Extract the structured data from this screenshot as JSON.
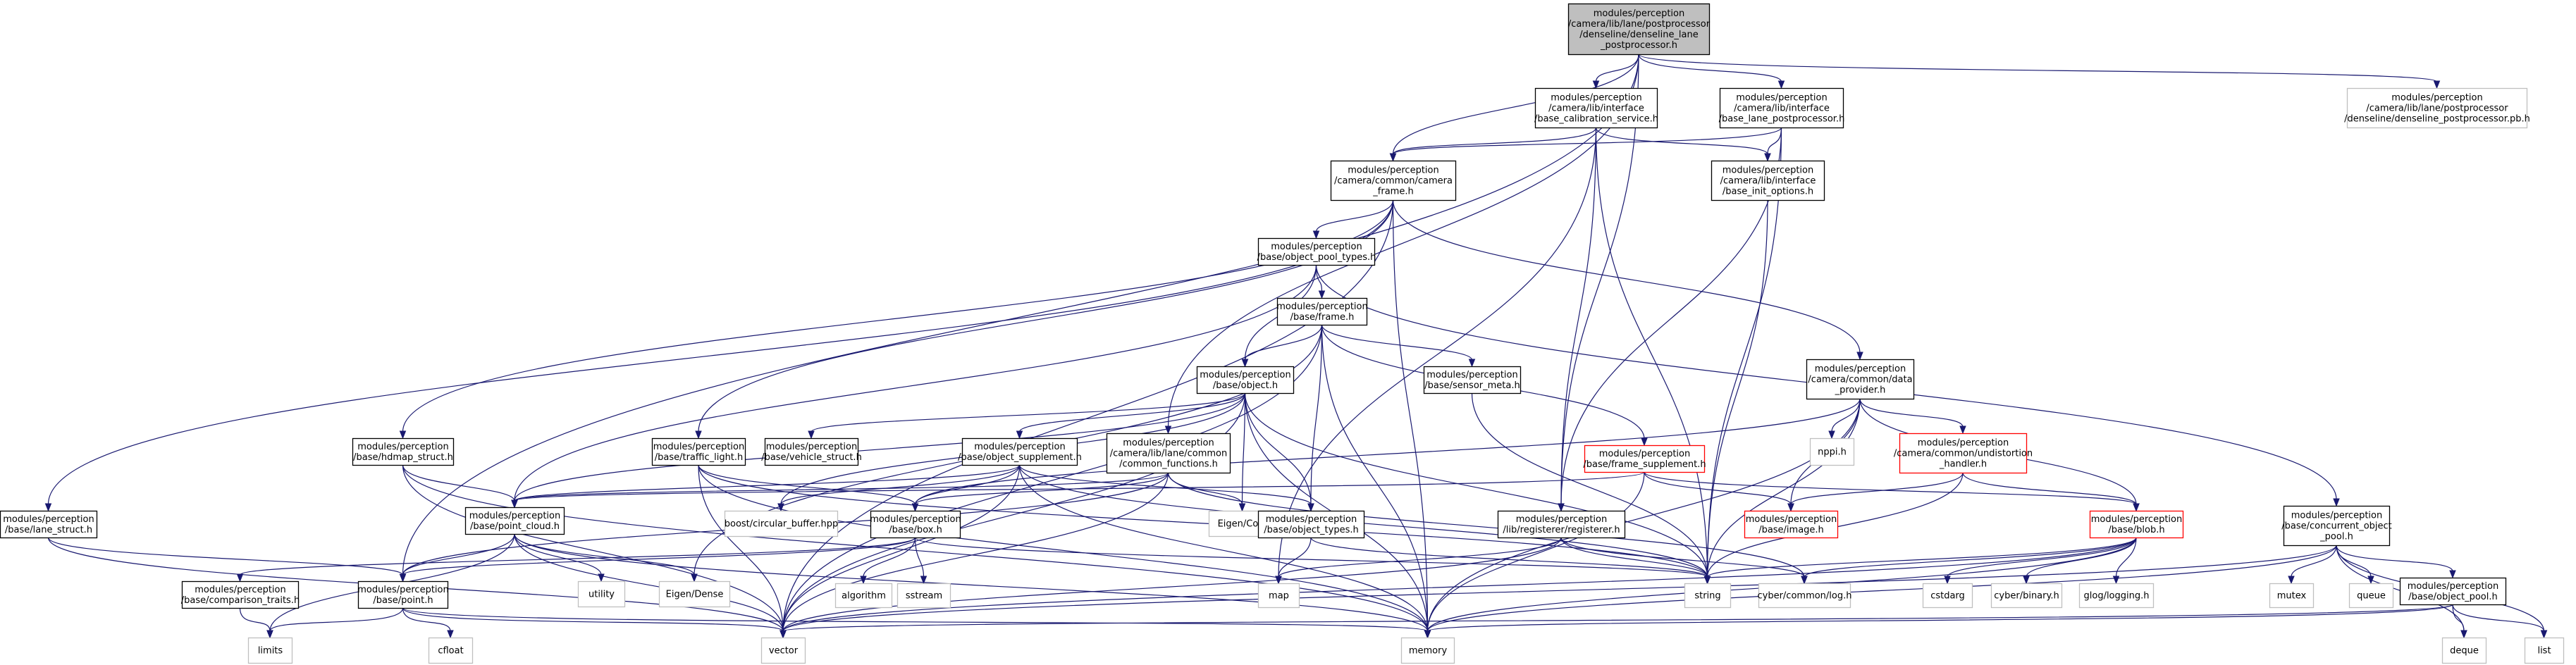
{
  "colors": {
    "edge": "#191970",
    "box_border": "#000000",
    "root_fill": "#bfbfbf",
    "missing_border": "#ff0000",
    "external_border": "#bfbfbf",
    "text": "#000000"
  },
  "nodes": [
    {
      "id": "root",
      "lines": [
        "modules/perception",
        "/camera/lib/lane/postprocessor",
        "/denseline/denseline_lane",
        "_postprocessor.h"
      ],
      "kind": "root"
    },
    {
      "id": "camera_frame",
      "lines": [
        "modules/perception",
        "/camera/common/camera",
        "_frame.h"
      ],
      "kind": "doc"
    },
    {
      "id": "base_calib",
      "lines": [
        "modules/perception",
        "/camera/lib/interface",
        "/base_calibration_service.h"
      ],
      "kind": "doc"
    },
    {
      "id": "base_lane_pp",
      "lines": [
        "modules/perception",
        "/camera/lib/interface",
        "/base_lane_postprocessor.h"
      ],
      "kind": "doc"
    },
    {
      "id": "denseline_pb",
      "lines": [
        "modules/perception",
        "/camera/lib/lane/postprocessor",
        "/denseline/denseline_postprocessor.pb.h"
      ],
      "kind": "external"
    },
    {
      "id": "base_init",
      "lines": [
        "modules/perception",
        "/camera/lib/interface",
        "/base_init_options.h"
      ],
      "kind": "doc"
    },
    {
      "id": "obj_pool_types",
      "lines": [
        "modules/perception",
        "/base/object_pool_types.h"
      ],
      "kind": "doc"
    },
    {
      "id": "frame",
      "lines": [
        "modules/perception",
        "/base/frame.h"
      ],
      "kind": "doc"
    },
    {
      "id": "sensor_meta",
      "lines": [
        "modules/perception",
        "/base/sensor_meta.h"
      ],
      "kind": "doc"
    },
    {
      "id": "data_provider",
      "lines": [
        "modules/perception",
        "/camera/common/data",
        "_provider.h"
      ],
      "kind": "doc"
    },
    {
      "id": "object",
      "lines": [
        "modules/perception",
        "/base/object.h"
      ],
      "kind": "doc"
    },
    {
      "id": "hdmap",
      "lines": [
        "modules/perception",
        "/base/hdmap_struct.h"
      ],
      "kind": "doc"
    },
    {
      "id": "traffic_light",
      "lines": [
        "modules/perception",
        "/base/traffic_light.h"
      ],
      "kind": "doc"
    },
    {
      "id": "vehicle",
      "lines": [
        "modules/perception",
        "/base/vehicle_struct.h"
      ],
      "kind": "doc"
    },
    {
      "id": "obj_supp",
      "lines": [
        "modules/perception",
        "/base/object_supplement.h"
      ],
      "kind": "doc"
    },
    {
      "id": "common_func",
      "lines": [
        "modules/perception",
        "/camera/lib/lane/common",
        "/common_functions.h"
      ],
      "kind": "doc"
    },
    {
      "id": "frame_supp",
      "lines": [
        "modules/perception",
        "/base/frame_supplement.h"
      ],
      "kind": "missing"
    },
    {
      "id": "nppi",
      "lines": [
        "nppi.h"
      ],
      "kind": "external"
    },
    {
      "id": "undistortion",
      "lines": [
        "modules/perception",
        "/camera/common/undistortion",
        "_handler.h"
      ],
      "kind": "missing"
    },
    {
      "id": "lane_struct",
      "lines": [
        "modules/perception",
        "/base/lane_struct.h"
      ],
      "kind": "doc"
    },
    {
      "id": "point_cloud",
      "lines": [
        "modules/perception",
        "/base/point_cloud.h"
      ],
      "kind": "doc"
    },
    {
      "id": "circular_buffer",
      "lines": [
        "boost/circular_buffer.hpp"
      ],
      "kind": "external"
    },
    {
      "id": "box",
      "lines": [
        "modules/perception",
        "/base/box.h"
      ],
      "kind": "doc"
    },
    {
      "id": "eigen_core",
      "lines": [
        "Eigen/Core"
      ],
      "kind": "external"
    },
    {
      "id": "obj_types",
      "lines": [
        "modules/perception",
        "/base/object_types.h"
      ],
      "kind": "doc"
    },
    {
      "id": "image",
      "lines": [
        "modules/perception",
        "/base/image.h"
      ],
      "kind": "missing"
    },
    {
      "id": "registerer",
      "lines": [
        "modules/perception",
        "/lib/registerer/registerer.h"
      ],
      "kind": "doc"
    },
    {
      "id": "blob",
      "lines": [
        "modules/perception",
        "/base/blob.h"
      ],
      "kind": "missing"
    },
    {
      "id": "concurrent_pool",
      "lines": [
        "modules/perception",
        "/base/concurrent_object",
        "_pool.h"
      ],
      "kind": "doc"
    },
    {
      "id": "comparison",
      "lines": [
        "modules/perception",
        "/base/comparison_traits.h"
      ],
      "kind": "doc"
    },
    {
      "id": "point",
      "lines": [
        "modules/perception",
        "/base/point.h"
      ],
      "kind": "doc"
    },
    {
      "id": "utility",
      "lines": [
        "utility"
      ],
      "kind": "external"
    },
    {
      "id": "eigen_dense",
      "lines": [
        "Eigen/Dense"
      ],
      "kind": "external"
    },
    {
      "id": "algorithm",
      "lines": [
        "algorithm"
      ],
      "kind": "external"
    },
    {
      "id": "sstream",
      "lines": [
        "sstream"
      ],
      "kind": "external"
    },
    {
      "id": "map",
      "lines": [
        "map"
      ],
      "kind": "external"
    },
    {
      "id": "string",
      "lines": [
        "string"
      ],
      "kind": "external"
    },
    {
      "id": "cyber_log",
      "lines": [
        "cyber/common/log.h"
      ],
      "kind": "external"
    },
    {
      "id": "cstdarg",
      "lines": [
        "cstdarg"
      ],
      "kind": "external"
    },
    {
      "id": "cyber_binary",
      "lines": [
        "cyber/binary.h"
      ],
      "kind": "external"
    },
    {
      "id": "glog",
      "lines": [
        "glog/logging.h"
      ],
      "kind": "external"
    },
    {
      "id": "mutex",
      "lines": [
        "mutex"
      ],
      "kind": "external"
    },
    {
      "id": "queue",
      "lines": [
        "queue"
      ],
      "kind": "external"
    },
    {
      "id": "object_pool",
      "lines": [
        "modules/perception",
        "/base/object_pool.h"
      ],
      "kind": "doc"
    },
    {
      "id": "limits",
      "lines": [
        "limits"
      ],
      "kind": "external"
    },
    {
      "id": "vector",
      "lines": [
        "vector"
      ],
      "kind": "external"
    },
    {
      "id": "memory",
      "lines": [
        "memory"
      ],
      "kind": "external"
    },
    {
      "id": "cfloat",
      "lines": [
        "cfloat"
      ],
      "kind": "external"
    },
    {
      "id": "deque",
      "lines": [
        "deque"
      ],
      "kind": "external"
    },
    {
      "id": "list",
      "lines": [
        "list"
      ],
      "kind": "external"
    }
  ],
  "edges": [
    [
      "root",
      "camera_frame"
    ],
    [
      "root",
      "base_calib"
    ],
    [
      "root",
      "base_lane_pp"
    ],
    [
      "root",
      "denseline_pb"
    ],
    [
      "root",
      "common_func"
    ],
    [
      "root",
      "registerer"
    ],
    [
      "root",
      "point"
    ],
    [
      "base_calib",
      "camera_frame"
    ],
    [
      "base_calib",
      "base_init"
    ],
    [
      "base_calib",
      "registerer"
    ],
    [
      "base_calib",
      "string"
    ],
    [
      "base_calib",
      "map"
    ],
    [
      "base_lane_pp",
      "camera_frame"
    ],
    [
      "base_lane_pp",
      "base_init"
    ],
    [
      "base_lane_pp",
      "registerer"
    ],
    [
      "base_lane_pp",
      "string"
    ],
    [
      "base_init",
      "string"
    ],
    [
      "camera_frame",
      "obj_pool_types"
    ],
    [
      "camera_frame",
      "data_provider"
    ],
    [
      "camera_frame",
      "lane_struct"
    ],
    [
      "camera_frame",
      "hdmap"
    ],
    [
      "camera_frame",
      "traffic_light"
    ],
    [
      "camera_frame",
      "vector"
    ],
    [
      "camera_frame",
      "memory"
    ],
    [
      "obj_pool_types",
      "frame"
    ],
    [
      "obj_pool_types",
      "object"
    ],
    [
      "obj_pool_types",
      "point_cloud"
    ],
    [
      "obj_pool_types",
      "concurrent_pool"
    ],
    [
      "frame",
      "sensor_meta"
    ],
    [
      "frame",
      "object"
    ],
    [
      "frame",
      "frame_supp"
    ],
    [
      "frame",
      "obj_types"
    ],
    [
      "frame",
      "eigen_dense"
    ],
    [
      "frame",
      "vector"
    ],
    [
      "frame",
      "memory"
    ],
    [
      "sensor_meta",
      "string"
    ],
    [
      "data_provider",
      "image"
    ],
    [
      "data_provider",
      "nppi"
    ],
    [
      "data_provider",
      "undistortion"
    ],
    [
      "data_provider",
      "blob"
    ],
    [
      "data_provider",
      "box"
    ],
    [
      "data_provider",
      "string"
    ],
    [
      "data_provider",
      "memory"
    ],
    [
      "object",
      "vehicle"
    ],
    [
      "object",
      "obj_supp"
    ],
    [
      "object",
      "point_cloud"
    ],
    [
      "object",
      "circular_buffer"
    ],
    [
      "object",
      "eigen_core"
    ],
    [
      "object",
      "obj_types"
    ],
    [
      "object",
      "string"
    ],
    [
      "object",
      "vector"
    ],
    [
      "object",
      "memory"
    ],
    [
      "hdmap",
      "point_cloud"
    ],
    [
      "hdmap",
      "vector"
    ],
    [
      "hdmap",
      "memory"
    ],
    [
      "traffic_light",
      "box"
    ],
    [
      "traffic_light",
      "string"
    ],
    [
      "traffic_light",
      "vector"
    ],
    [
      "traffic_light",
      "memory"
    ],
    [
      "obj_supp",
      "point_cloud"
    ],
    [
      "obj_supp",
      "box"
    ],
    [
      "obj_supp",
      "obj_types"
    ],
    [
      "obj_supp",
      "circular_buffer"
    ],
    [
      "obj_supp",
      "string"
    ],
    [
      "obj_supp",
      "vector"
    ],
    [
      "obj_supp",
      "memory"
    ],
    [
      "common_func",
      "point"
    ],
    [
      "common_func",
      "box"
    ],
    [
      "common_func",
      "point_cloud"
    ],
    [
      "common_func",
      "eigen_core"
    ],
    [
      "common_func",
      "cyber_log"
    ],
    [
      "common_func",
      "vector"
    ],
    [
      "frame_supp",
      "image"
    ],
    [
      "frame_supp",
      "blob"
    ],
    [
      "frame_supp",
      "point_cloud"
    ],
    [
      "frame_supp",
      "memory"
    ],
    [
      "undistortion",
      "blob"
    ],
    [
      "undistortion",
      "image"
    ],
    [
      "undistortion",
      "string"
    ],
    [
      "lane_struct",
      "point"
    ],
    [
      "lane_struct",
      "vector"
    ],
    [
      "point_cloud",
      "point"
    ],
    [
      "point_cloud",
      "utility"
    ],
    [
      "point_cloud",
      "eigen_dense"
    ],
    [
      "point_cloud",
      "vector"
    ],
    [
      "point_cloud",
      "memory"
    ],
    [
      "point_cloud",
      "limits"
    ],
    [
      "box",
      "comparison"
    ],
    [
      "box",
      "point"
    ],
    [
      "box",
      "algorithm"
    ],
    [
      "box",
      "sstream"
    ],
    [
      "box",
      "string"
    ],
    [
      "obj_types",
      "map"
    ],
    [
      "obj_types",
      "string"
    ],
    [
      "registerer",
      "map"
    ],
    [
      "registerer",
      "string"
    ],
    [
      "registerer",
      "vector"
    ],
    [
      "registerer",
      "cyber_log"
    ],
    [
      "blob",
      "cstdarg"
    ],
    [
      "blob",
      "cyber_binary"
    ],
    [
      "blob",
      "glog"
    ],
    [
      "blob",
      "cyber_log"
    ],
    [
      "blob",
      "vector"
    ],
    [
      "blob",
      "memory"
    ],
    [
      "blob",
      "string"
    ],
    [
      "concurrent_pool",
      "object_pool"
    ],
    [
      "concurrent_pool",
      "mutex"
    ],
    [
      "concurrent_pool",
      "queue"
    ],
    [
      "concurrent_pool",
      "list"
    ],
    [
      "concurrent_pool",
      "deque"
    ],
    [
      "concurrent_pool",
      "vector"
    ],
    [
      "concurrent_pool",
      "memory"
    ],
    [
      "object_pool",
      "list"
    ],
    [
      "object_pool",
      "deque"
    ],
    [
      "object_pool",
      "vector"
    ],
    [
      "object_pool",
      "memory"
    ],
    [
      "comparison",
      "limits"
    ],
    [
      "point",
      "cfloat"
    ],
    [
      "point",
      "limits"
    ],
    [
      "point",
      "vector"
    ],
    [
      "point",
      "memory"
    ]
  ]
}
